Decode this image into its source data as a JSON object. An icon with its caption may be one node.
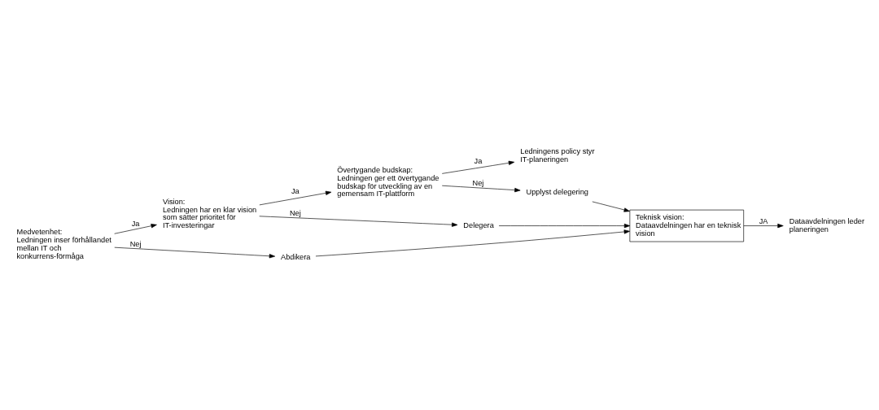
{
  "diagram": {
    "nodes": [
      {
        "text": [
          "Medvetenhet:",
          "Ledningen inser förhållandet mellan IT och konkurrens-förmåga"
        ]
      },
      {
        "text": [
          "Vision:",
          "Ledningen har en klar vision som sätter prioritet för IT-investeringar"
        ]
      },
      {
        "text": [
          "Övertygande budskap:",
          "Ledningen ger ett övertygande budskap för utveckling av en gemensam IT-plattform"
        ]
      },
      {
        "text": [
          "Ledningens policy styr IT-planeringen"
        ]
      },
      {
        "text": [
          "Upplyst delegering"
        ]
      },
      {
        "text": [
          "Delegera"
        ]
      },
      {
        "text": [
          "Abdikera"
        ]
      },
      {
        "text": [
          "Teknisk vision:",
          "Dataavdelningen har en teknisk vision"
        ]
      },
      {
        "text": [
          "Dataavdelningen leder planeringen"
        ]
      }
    ],
    "edges": [
      {
        "from": 0,
        "to": 1,
        "arrow": "to",
        "label": "Ja"
      },
      {
        "from": 0,
        "to": 6,
        "arrow": "to",
        "label": "Nej"
      },
      {
        "from": 1,
        "to": 2,
        "arrow": "to",
        "label": "Ja"
      },
      {
        "from": 1,
        "to": 5,
        "arrow": "to",
        "label": "Nej"
      },
      {
        "from": 2,
        "to": 3,
        "arrow": "to",
        "label": "Ja"
      },
      {
        "from": 2,
        "to": 4,
        "arrow": "to",
        "label": "Nej"
      },
      {
        "from": 4,
        "to": 7,
        "arrow": "to"
      },
      {
        "from": 5,
        "to": 7,
        "arrow": "to"
      },
      {
        "from": 6,
        "to": 7,
        "arrow": "to"
      },
      {
        "from": 7,
        "to": 8,
        "arrow": "to",
        "label": "JA"
      }
    ]
  }
}
